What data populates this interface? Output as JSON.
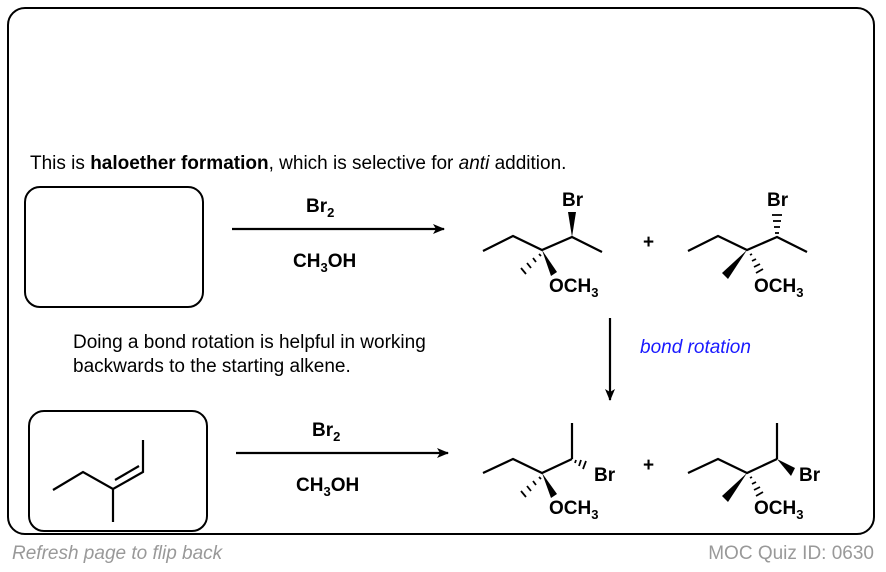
{
  "intro": {
    "pre": "This is ",
    "bold": "haloether formation",
    "mid": ", which is selective for ",
    "italic": "anti",
    "post": " addition."
  },
  "reagents_top": {
    "line1": "Br",
    "line1_sub": "2",
    "line2a": "CH",
    "line2_sub": "3",
    "line2b": "OH"
  },
  "reagents_bottom": {
    "line1": "Br",
    "line1_sub": "2",
    "line2a": "CH",
    "line2_sub": "3",
    "line2b": "OH"
  },
  "hint": [
    "Doing a bond rotation is helpful in working",
    "backwards to the starting alkene."
  ],
  "rotation_label": "bond rotation",
  "rotation_color": "#1a1aff",
  "atoms": {
    "br": "Br",
    "och3": "OCH",
    "och3_sub": "3",
    "plus": "+"
  },
  "footer": {
    "left": "Refresh page to flip back",
    "right": "MOC Quiz ID: 0630"
  }
}
